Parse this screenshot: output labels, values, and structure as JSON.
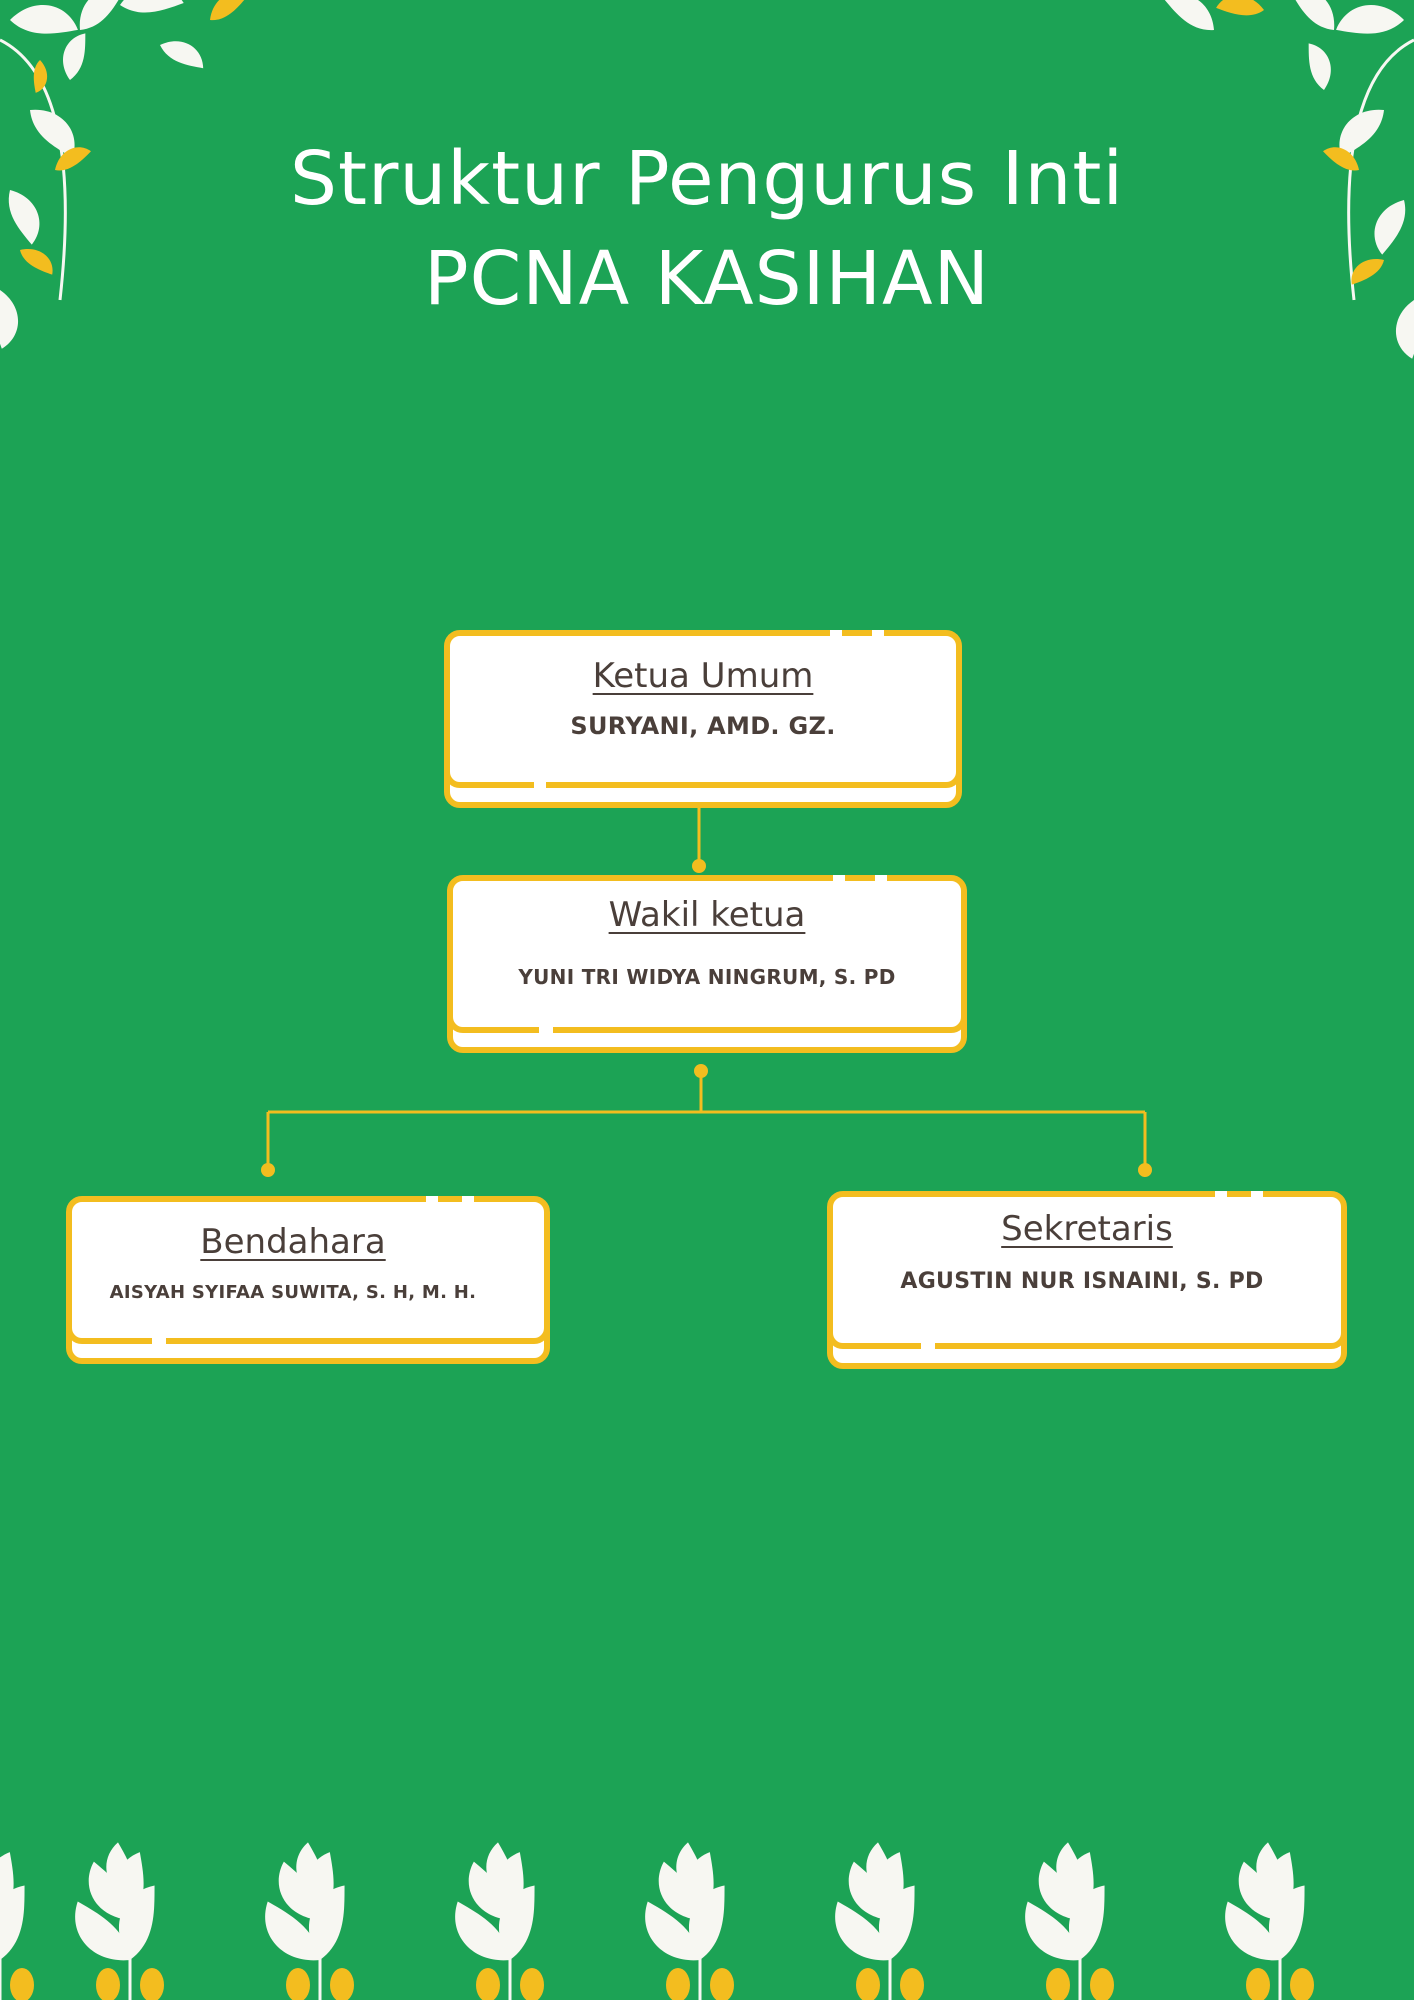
{
  "title": {
    "line1": "Struktur Pengurus Inti",
    "line2": "PCNA KASIHAN"
  },
  "org_chart": {
    "ketua_umum": {
      "role": "Ketua Umum",
      "name": "SURYANI, AMD. GZ."
    },
    "wakil_ketua": {
      "role": "Wakil ketua",
      "name": "YUNI TRI WIDYA NINGRUM, S. PD"
    },
    "bendahara": {
      "role": "Bendahara",
      "name": "AISYAH SYIFAA SUWITA, S. H, M. H."
    },
    "sekretaris": {
      "role": "Sekretaris",
      "name": "AGUSTIN NUR ISNAINI, S. PD"
    }
  },
  "colors": {
    "background": "#1ca355",
    "accent": "#f3bd1f",
    "card": "#ffffff",
    "text": "#4a3f3a"
  },
  "icons": [
    "leaf-decoration-icon",
    "connector-dot-icon"
  ]
}
